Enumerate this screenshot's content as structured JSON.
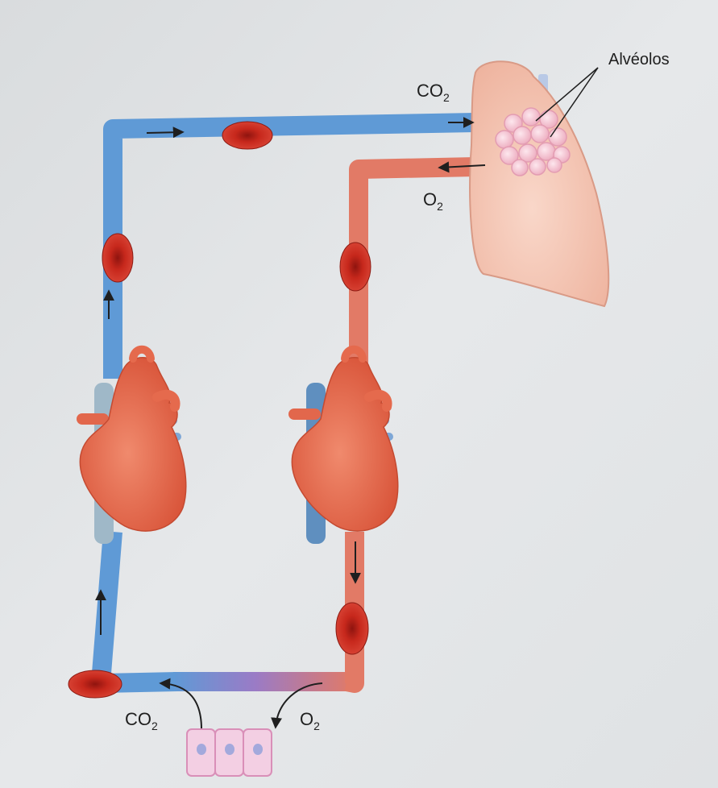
{
  "labels": {
    "alveolos": "Alvéolos",
    "co2_top": {
      "main": "CO",
      "sub": "2"
    },
    "o2_top": {
      "main": "O",
      "sub": "2"
    },
    "co2_bottom": {
      "main": "CO",
      "sub": "2"
    },
    "o2_bottom": {
      "main": "O",
      "sub": "2"
    }
  },
  "colors": {
    "deoxygenated_vessel": "#5f9ad6",
    "oxygenated_vessel": "#e27a66",
    "red_blood_cell": "#c7281c",
    "heart": "#e96a4c",
    "lung": "#f5c4b0",
    "alveoli": "#f7c9d6",
    "tissue_cells": "#f3cfe3"
  },
  "icons": {
    "lung": "lung-icon",
    "heart": "heart-icon",
    "cell": "red-blood-cell-icon",
    "tissue": "tissue-cells-icon"
  }
}
